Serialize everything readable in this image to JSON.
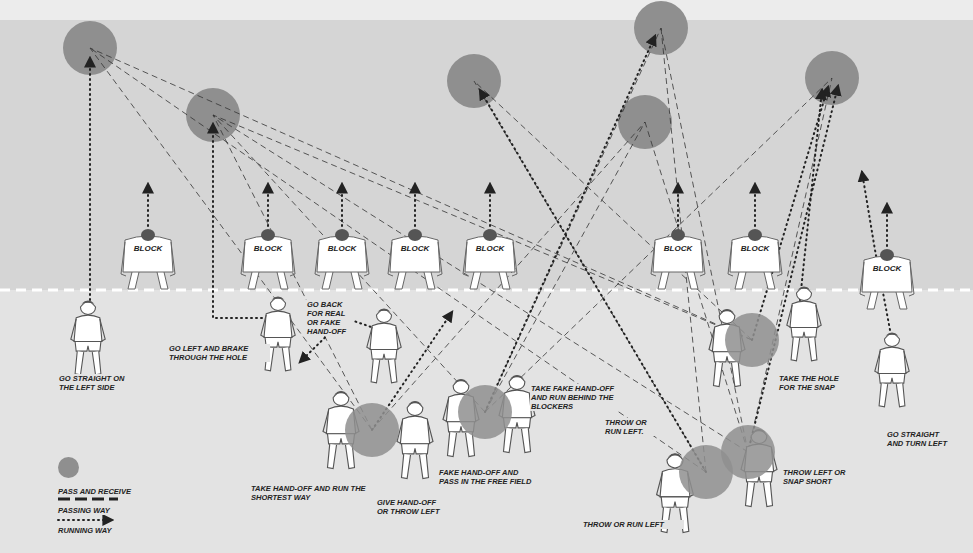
{
  "diagram": {
    "nodes": [
      {
        "text": [
          "BLOCK"
        ]
      },
      {
        "text": [
          "BLOCK"
        ]
      },
      {
        "text": [
          "BLOCK"
        ]
      },
      {
        "text": [
          "BLOCK"
        ]
      },
      {
        "text": [
          "BLOCK"
        ]
      },
      {
        "text": [
          "BLOCK"
        ]
      },
      {
        "text": [
          "BLOCK"
        ]
      },
      {
        "text": [
          "BLOCK"
        ]
      }
    ],
    "labels": [
      "GO STRAIGHT ON THE LEFT SIDE",
      "GO LEFT AND BRAKE THROUGH THE HOLE",
      "GO BACK FOR REAL OR FAKE HAND-OFF",
      "TAKE FAKE HAND-OFF AND RUN BEHIND THE BLOCKERS",
      "FAKE HAND-OFF AND PASS IN THE FREE FIELD",
      "TAKE HAND-OFF AND RUN THE SHORTEST WAY",
      "GIVE HAND-OFF OR THROW LEFT",
      "THROW OR RUN LEFT.",
      "TAKE THE HOLE FOR THE SNAP",
      "GO STRAIGHT AND TURN LEFT",
      "THROW LEFT OR SNAP SHORT",
      "THROW OR RUN LEFT"
    ],
    "legend": [
      {
        "text": "PASS AND RECEIVE",
        "color": "#8f8f8f"
      },
      {
        "text": "PASSING WAY"
      },
      {
        "text": "RUNNING WAY"
      }
    ]
  }
}
